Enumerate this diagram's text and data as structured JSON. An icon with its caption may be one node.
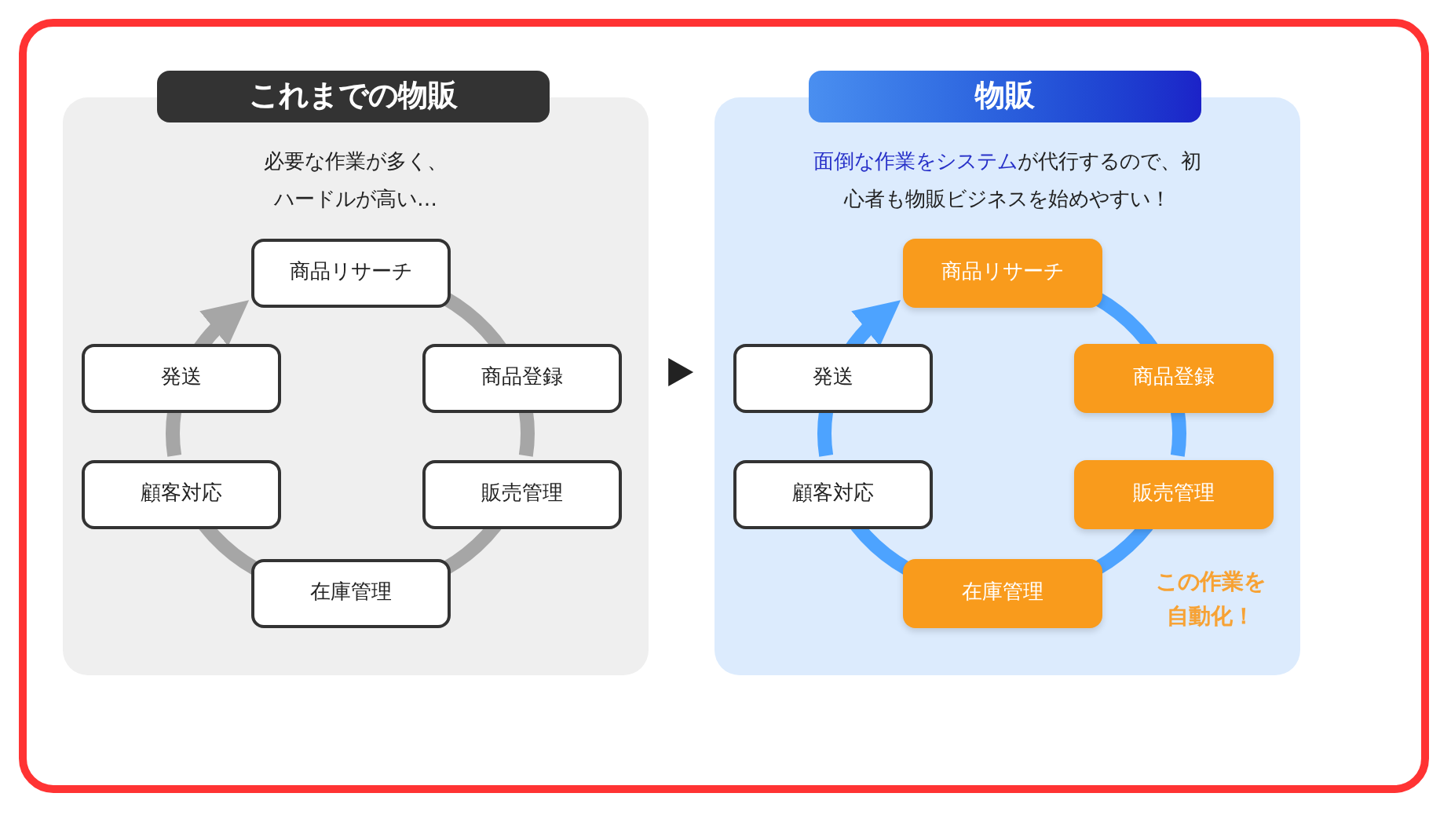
{
  "diagram": {
    "nodes": [
      {
        "text": [
          "これまでの物販",
          "必要な作業が多く、ハードルが高い…"
        ]
      },
      {
        "text": [
          "商品リサーチ"
        ],
        "in": 0
      },
      {
        "text": [
          "商品登録"
        ],
        "in": 0
      },
      {
        "text": [
          "販売管理"
        ],
        "in": 0
      },
      {
        "text": [
          "在庫管理"
        ],
        "in": 0
      },
      {
        "text": [
          "顧客対応"
        ],
        "in": 0
      },
      {
        "text": [
          "発送"
        ],
        "in": 0
      },
      {
        "text": [
          "物販",
          "**面倒な作業をシステム**が代行するので、初心者も物販ビジネスを始めやすい！"
        ]
      },
      {
        "text": [
          "商品リサーチ"
        ],
        "in": 7
      },
      {
        "text": [
          "商品登録"
        ],
        "in": 7
      },
      {
        "text": [
          "販売管理"
        ],
        "in": 7
      },
      {
        "text": [
          "在庫管理"
        ],
        "in": 7
      },
      {
        "text": [
          "顧客対応"
        ],
        "in": 7
      },
      {
        "text": [
          "発送"
        ],
        "in": 7
      }
    ],
    "edges": [
      {
        "from": 0,
        "to": 7,
        "arrow": "to",
        "color": "#222222"
      },
      {
        "from": 1,
        "to": 2,
        "arrow": "none",
        "color": "#a6a6a6"
      },
      {
        "from": 2,
        "to": 3,
        "arrow": "none",
        "color": "#a6a6a6"
      },
      {
        "from": 3,
        "to": 4,
        "arrow": "none",
        "color": "#a6a6a6"
      },
      {
        "from": 4,
        "to": 5,
        "arrow": "none",
        "color": "#a6a6a6"
      },
      {
        "from": 5,
        "to": 6,
        "arrow": "none",
        "color": "#a6a6a6"
      },
      {
        "from": 6,
        "to": 1,
        "arrow": "to",
        "color": "#a6a6a6"
      },
      {
        "from": 8,
        "to": 9,
        "arrow": "none",
        "color": "#4da3ff"
      },
      {
        "from": 9,
        "to": 10,
        "arrow": "none",
        "color": "#4da3ff"
      },
      {
        "from": 10,
        "to": 11,
        "arrow": "none",
        "color": "#4da3ff"
      },
      {
        "from": 11,
        "to": 12,
        "arrow": "none",
        "color": "#4da3ff"
      },
      {
        "from": 12,
        "to": 13,
        "arrow": "none",
        "color": "#4da3ff"
      },
      {
        "from": 13,
        "to": 8,
        "arrow": "to",
        "color": "#4da3ff"
      }
    ],
    "labels": [
      "この作業を自動化！"
    ]
  }
}
